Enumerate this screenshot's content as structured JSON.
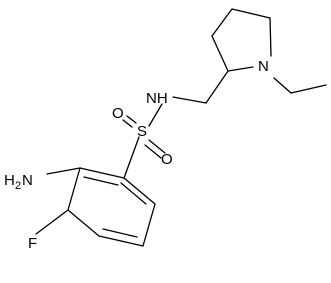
{
  "structure": {
    "atoms": {
      "nh": "NH",
      "s": "S",
      "o_top": "O",
      "o_bottom": "O",
      "n_ring": "N",
      "amine_h": "H",
      "amine_sub": "2",
      "amine_n": "N",
      "fluorine": "F"
    },
    "colors": {
      "ink": "#000000",
      "background": "#ffffff"
    }
  }
}
